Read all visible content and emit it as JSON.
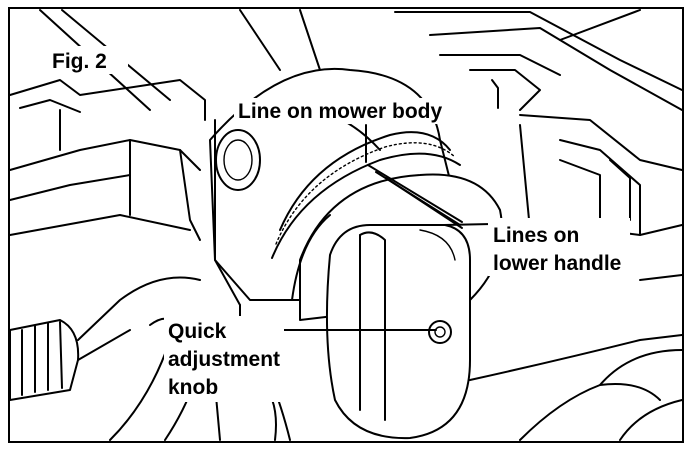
{
  "figure": {
    "label": "Fig. 2",
    "callouts": {
      "mower_body": "Line on mower body",
      "lower_handle_1": "Lines on",
      "lower_handle_2": "lower handle",
      "knob_1": "Quick",
      "knob_2": "adjustment",
      "knob_3": "knob"
    }
  }
}
